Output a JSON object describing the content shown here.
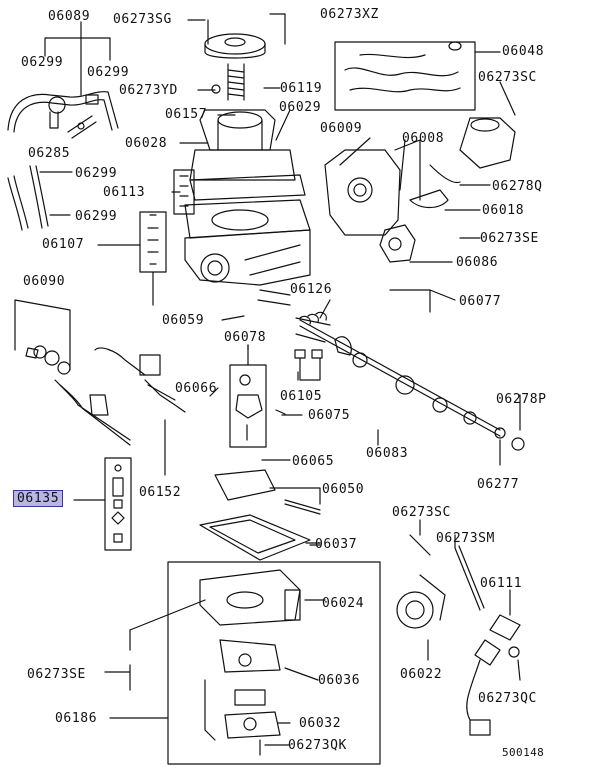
{
  "labels": {
    "l06089": "06089",
    "l06273SG": "06273SG",
    "l06273XZ": "06273XZ",
    "l06048": "06048",
    "l06299a": "06299",
    "l06299b": "06299",
    "l06273YD": "06273YD",
    "l06119": "06119",
    "l06273SC_top": "06273SC",
    "l06157": "06157",
    "l06029": "06029",
    "l06009": "06009",
    "l06008": "06008",
    "l06285": "06285",
    "l06028": "06028",
    "l06299c": "06299",
    "l06278Q": "06278Q",
    "l06113": "06113",
    "l06018": "06018",
    "l06299d": "06299",
    "l06107": "06107",
    "l06273SE_top": "06273SE",
    "l06086": "06086",
    "l06090": "06090",
    "l06126": "06126",
    "l06077": "06077",
    "l06059": "06059",
    "l06078": "06078",
    "l06105": "06105",
    "l06066": "06066",
    "l06075": "06075",
    "l06278P": "06278P",
    "l06083": "06083",
    "l06065": "06065",
    "l06135": "06135",
    "l06152": "06152",
    "l06050": "06050",
    "l06277": "06277",
    "l06273SC_mid": "06273SC",
    "l06273SM": "06273SM",
    "l06037": "06037",
    "l06111": "06111",
    "l06024": "06024",
    "l06273SE_bot": "06273SE",
    "l06022": "06022",
    "l06036": "06036",
    "l06273QC": "06273QC",
    "l06186": "06186",
    "l06032": "06032",
    "l06273QK": "06273QK",
    "l500148": "500148"
  },
  "highlight_color": "#b9b6e6"
}
